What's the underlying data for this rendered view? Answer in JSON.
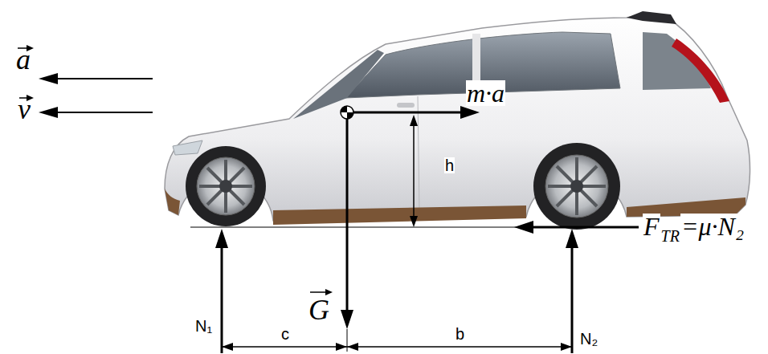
{
  "diagram": {
    "labels": [
      "a",
      "v",
      "m·a",
      "h",
      "F",
      "TR",
      "=μ·N₂",
      "N₁",
      "G",
      "N₂",
      "c",
      "b"
    ]
  }
}
